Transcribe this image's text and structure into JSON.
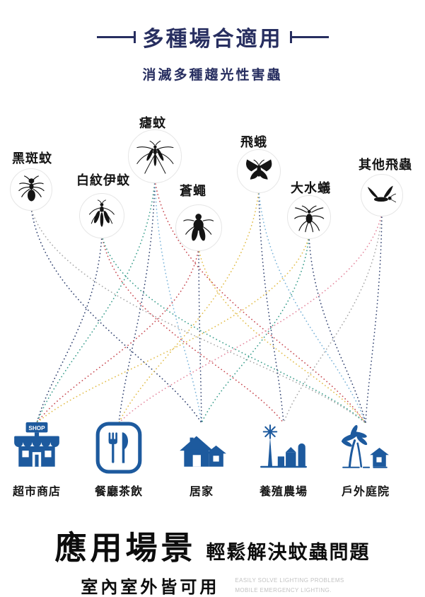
{
  "header": {
    "title": "多種場合適用",
    "subtitle": "消滅多種趨光性害蟲"
  },
  "insects": [
    {
      "label": "黑斑蚊",
      "icon": "ant-icon"
    },
    {
      "label": "白紋伊蚊",
      "icon": "mosquito-icon"
    },
    {
      "label": "瘧蚊",
      "icon": "crane-mosquito-icon"
    },
    {
      "label": "蒼蠅",
      "icon": "fly-icon"
    },
    {
      "label": "飛蛾",
      "icon": "moth-icon"
    },
    {
      "label": "大水蟻",
      "icon": "water-ant-icon"
    },
    {
      "label": "其他飛蟲",
      "icon": "flying-insect-icon"
    }
  ],
  "scenes": [
    {
      "label": "超市商店",
      "icon": "storefront-icon",
      "sign_text": "SHOP"
    },
    {
      "label": "餐廳茶飲",
      "icon": "cutlery-icon"
    },
    {
      "label": "居家",
      "icon": "house-icon"
    },
    {
      "label": "養殖農場",
      "icon": "farm-icon"
    },
    {
      "label": "戶外庭院",
      "icon": "garden-icon"
    }
  ],
  "footer": {
    "headline": "應用場景",
    "subheadline": "輕鬆解決蚊蟲問題",
    "line2": "室內室外皆可用",
    "english_line1": "EASILY SOLVE LIGHTING PROBLEMS",
    "english_line2": "MOBILE EMERGENCY LIGHTING."
  },
  "colors": {
    "title_navy": "#272e60",
    "scene_icon_blue": "#1d5a9e",
    "insect_black": "#141414",
    "english_gray": "#c2c2c2"
  },
  "connections": [
    {
      "from": 0,
      "to": 2,
      "color": "#2e3f6e"
    },
    {
      "from": 0,
      "to": 4,
      "color": "#a9a9a9"
    },
    {
      "from": 1,
      "to": 0,
      "color": "#2e3f6e"
    },
    {
      "from": 1,
      "to": 3,
      "color": "#c84a52"
    },
    {
      "from": 1,
      "to": 4,
      "color": "#3a9e8c"
    },
    {
      "from": 2,
      "to": 0,
      "color": "#3a9e8c"
    },
    {
      "from": 2,
      "to": 1,
      "color": "#2e3f6e"
    },
    {
      "from": 2,
      "to": 2,
      "color": "#7ab3d9"
    },
    {
      "from": 2,
      "to": 4,
      "color": "#c84a52"
    },
    {
      "from": 3,
      "to": 0,
      "color": "#c84a52"
    },
    {
      "from": 3,
      "to": 2,
      "color": "#2e3f6e"
    },
    {
      "from": 3,
      "to": 4,
      "color": "#e2bd4a"
    },
    {
      "from": 4,
      "to": 1,
      "color": "#e2bd4a"
    },
    {
      "from": 4,
      "to": 3,
      "color": "#2e3f6e"
    },
    {
      "from": 4,
      "to": 4,
      "color": "#7ab3d9"
    },
    {
      "from": 5,
      "to": 0,
      "color": "#e2bd4a"
    },
    {
      "from": 5,
      "to": 2,
      "color": "#3a9e8c"
    },
    {
      "from": 5,
      "to": 4,
      "color": "#2e3f6e"
    },
    {
      "from": 6,
      "to": 1,
      "color": "#e58aa0"
    },
    {
      "from": 6,
      "to": 3,
      "color": "#a9a9a9"
    },
    {
      "from": 6,
      "to": 4,
      "color": "#2e3f6e"
    }
  ]
}
